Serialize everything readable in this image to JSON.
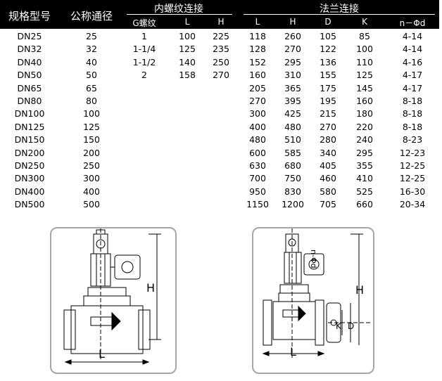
{
  "header": {
    "col_model": "规格型号",
    "col_nominal": "公称通径",
    "group_thread": "内螺纹连接",
    "group_flange": "法兰连接",
    "sub_g": "G螺纹",
    "sub_thread_l": "L",
    "sub_thread_h": "H",
    "sub_flange_l": "L",
    "sub_flange_h": "H",
    "sub_d": "D",
    "sub_k": "K",
    "sub_nd": "n－Φd"
  },
  "rows": [
    {
      "model": "DN25",
      "dn": "25",
      "g": "1",
      "tl": "100",
      "th": "225",
      "fl": "118",
      "fh": "260",
      "d": "105",
      "k": "85",
      "nd": "4-14"
    },
    {
      "model": "DN32",
      "dn": "32",
      "g": "1-1/4",
      "tl": "125",
      "th": "235",
      "fl": "128",
      "fh": "270",
      "d": "122",
      "k": "100",
      "nd": "4-14"
    },
    {
      "model": "DN40",
      "dn": "40",
      "g": "1-1/2",
      "tl": "140",
      "th": "250",
      "fl": "152",
      "fh": "295",
      "d": "136",
      "k": "110",
      "nd": "4-16"
    },
    {
      "model": "DN50",
      "dn": "50",
      "g": "2",
      "tl": "158",
      "th": "270",
      "fl": "160",
      "fh": "310",
      "d": "155",
      "k": "125",
      "nd": "4-17"
    },
    {
      "model": "DN65",
      "dn": "65",
      "g": "",
      "tl": "",
      "th": "",
      "fl": "205",
      "fh": "365",
      "d": "175",
      "k": "145",
      "nd": "4-17"
    },
    {
      "model": "DN80",
      "dn": "80",
      "g": "",
      "tl": "",
      "th": "",
      "fl": "270",
      "fh": "395",
      "d": "195",
      "k": "160",
      "nd": "8-18"
    },
    {
      "model": "DN100",
      "dn": "100",
      "g": "",
      "tl": "",
      "th": "",
      "fl": "300",
      "fh": "425",
      "d": "215",
      "k": "180",
      "nd": "8-18"
    },
    {
      "model": "DN125",
      "dn": "125",
      "g": "",
      "tl": "",
      "th": "",
      "fl": "400",
      "fh": "480",
      "d": "270",
      "k": "220",
      "nd": "8-18"
    },
    {
      "model": "DN150",
      "dn": "150",
      "g": "",
      "tl": "",
      "th": "",
      "fl": "480",
      "fh": "510",
      "d": "280",
      "k": "240",
      "nd": "8-23"
    },
    {
      "model": "DN200",
      "dn": "200",
      "g": "",
      "tl": "",
      "th": "",
      "fl": "600",
      "fh": "585",
      "d": "340",
      "k": "295",
      "nd": "12-23"
    },
    {
      "model": "DN250",
      "dn": "250",
      "g": "",
      "tl": "",
      "th": "",
      "fl": "630",
      "fh": "680",
      "d": "405",
      "k": "355",
      "nd": "12-25"
    },
    {
      "model": "DN300",
      "dn": "300",
      "g": "",
      "tl": "",
      "th": "",
      "fl": "700",
      "fh": "750",
      "d": "460",
      "k": "410",
      "nd": "12-25"
    },
    {
      "model": "DN400",
      "dn": "400",
      "g": "",
      "tl": "",
      "th": "",
      "fl": "950",
      "fh": "830",
      "d": "580",
      "k": "525",
      "nd": "16-30"
    },
    {
      "model": "DN500",
      "dn": "500",
      "g": "",
      "tl": "",
      "th": "",
      "fl": "1150",
      "fh": "1200",
      "d": "705",
      "k": "660",
      "nd": "20-34"
    }
  ],
  "drawings": {
    "left": {
      "dim_h": "H",
      "dim_l": "L"
    },
    "right": {
      "dim_h": "H",
      "dim_l": "L",
      "dim_k": "K",
      "dim_d": "D",
      "dim_nd": "n-Φd"
    }
  },
  "colors": {
    "header_bg": "#000000",
    "header_text": "#ffffff",
    "frame": "#a6a6a6"
  }
}
